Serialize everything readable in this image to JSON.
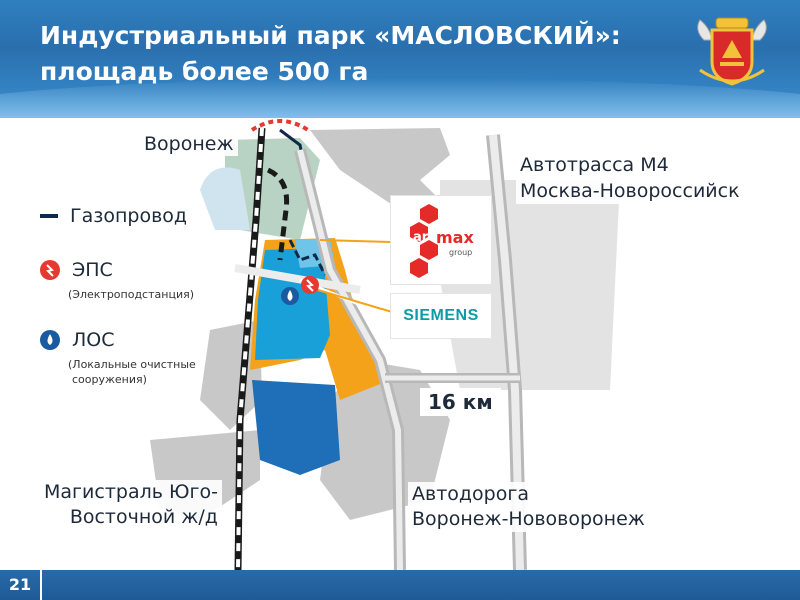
{
  "header": {
    "title_line1": "Индустриальный парк «МАСЛОВСКИЙ»:",
    "title_line2": "площадь более 500 га",
    "coat_icon": "coat-of-arms-voronezh"
  },
  "map": {
    "voronezh_label": "Воронеж",
    "highway_m4_line1": "Автотрасса М4",
    "highway_m4_line2": "Москва-Новороссийск",
    "distance_label": "16 км",
    "railway_line1": "Магистраль Юго-",
    "railway_line2": "Восточной ж/д",
    "road_line1": "Автодорога",
    "road_line2": "Воронеж-Нововоронеж"
  },
  "legend": {
    "gas_pipeline": "Газопровод",
    "eps_title": "ЭПС",
    "eps_desc": "(Электроподстанция)",
    "los_title": "ЛОС",
    "los_desc_line1": "(Локальные очистные",
    "los_desc_line2": "сооружения)"
  },
  "logos": {
    "armax_text": "max",
    "armax_ar": "ar",
    "armax_sub": "group",
    "siemens_text": "SIEMENS"
  },
  "footer": {
    "page_number": "21"
  },
  "colors": {
    "header_blue": "#2f7fbf",
    "zone_blue": "#1aa0d8",
    "zone_orange": "#f4a21a",
    "zone_green": "#b8d3c4",
    "gray_land": "#c8c8c8",
    "eps_red": "#e53a2f",
    "los_blue": "#1a5aa0",
    "pipeline_dark": "#0d2a4a",
    "siemens_teal": "#0f9aa8",
    "armax_red": "#e52a2a"
  }
}
